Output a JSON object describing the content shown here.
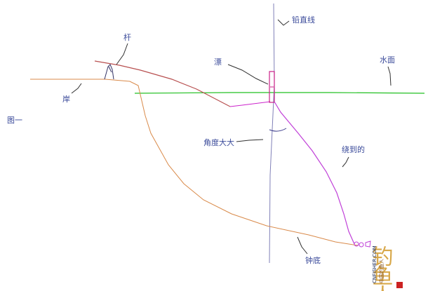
{
  "labels": {
    "figure": "图一",
    "rod": "杆",
    "float": "漂",
    "water_surface": "水面",
    "vertical_line": "铅直线",
    "bank": "岸",
    "angle_large": "角度大大",
    "slack_line": "绕到的",
    "bottom": "钟底"
  },
  "watermark": {
    "big_chars": "钓鱼人",
    "site": "CNFISHER.COM",
    "slogan": "中国钓鱼人"
  },
  "colors": {
    "bank": "#d98a4a",
    "rod": "#b85050",
    "water": "#22c022",
    "vertical": "#7a7ab8",
    "float": "#cc2288",
    "slack": "#c040d8",
    "text": "#3a4a9a",
    "leader": "#303030"
  }
}
